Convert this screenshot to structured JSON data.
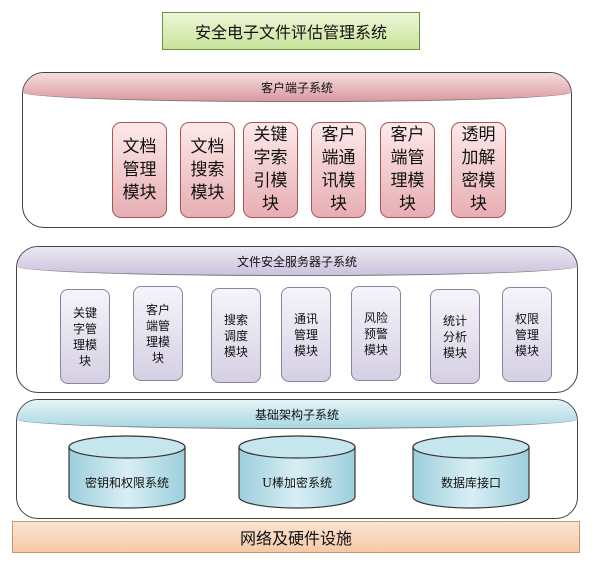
{
  "title": "安全电子文件评估管理系统",
  "client_subsystem": {
    "label": "客户端子系统",
    "modules": [
      "文档\n管理\n模块",
      "文档\n搜索\n模块",
      "关键\n字索\n引模\n块",
      "客户\n端通\n讯模\n块",
      "客户\n端管\n理模\n块",
      "透明\n加解\n密模\n块"
    ]
  },
  "server_subsystem": {
    "label": "文件安全服务器子系统",
    "modules": [
      "关键\n字管\n理模\n块",
      "客户\n端管\n理模\n块",
      "搜索\n调度\n模块",
      "通讯\n管理\n模块",
      "风险\n预警\n模块",
      "统计\n分析\n模块",
      "权限\n管理\n模块"
    ]
  },
  "infrastructure_subsystem": {
    "label": "基础架构子系统",
    "components": [
      "密钥和权限系统",
      "U棒加密系统",
      "数据库接口"
    ]
  },
  "foundation": "网络及硬件设施"
}
